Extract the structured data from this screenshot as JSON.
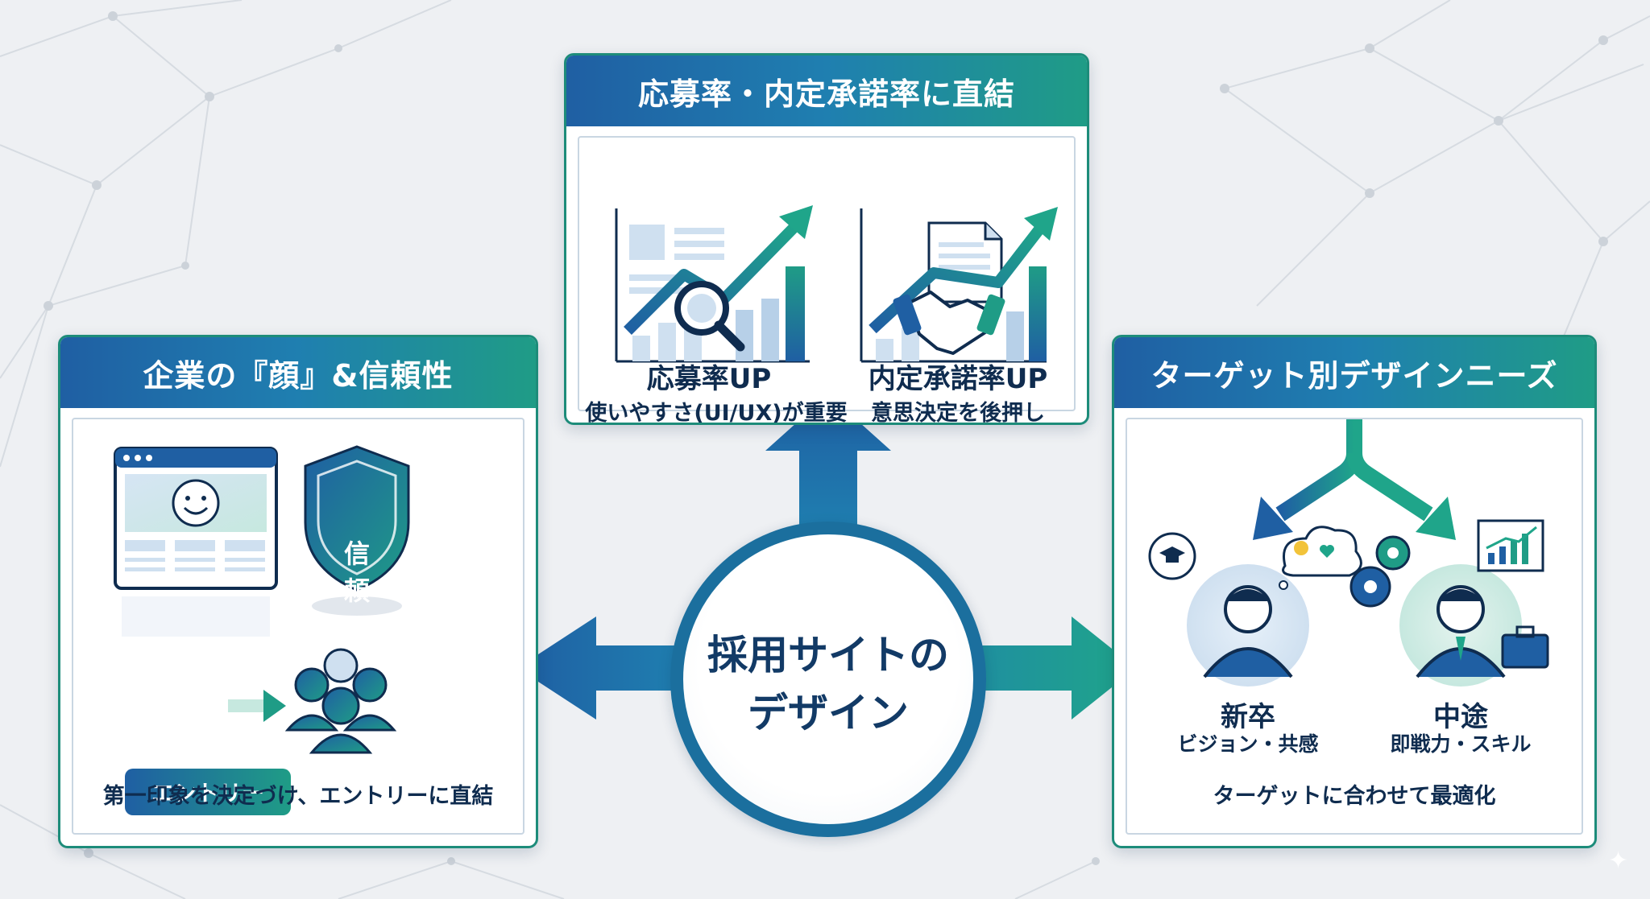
{
  "hub": {
    "title": "採用サイトの\nデザイン"
  },
  "panel_top": {
    "title": "応募率・内定承諾率に直結",
    "left_title": "応募率UP",
    "left_sub": "使いやすさ(UI/UX)が重要",
    "right_title": "内定承諾率UP",
    "right_sub": "意思決定を後押し"
  },
  "panel_left": {
    "title": "企業の『顔』&信頼性",
    "shield_label": "信頼",
    "entry_label": "エントリー",
    "caption": "第一印象を決定づけ、エントリーに直結"
  },
  "panel_right": {
    "title": "ターゲット別デザインニーズ",
    "new_grad_title": "新卒",
    "new_grad_sub": "ビジョン・共感",
    "mid_career_title": "中途",
    "mid_career_sub": "即戦力・スキル",
    "caption": "ターゲットに合わせて最適化"
  },
  "colors": {
    "navy": "#1f5fa3",
    "teal": "#1f9c86",
    "ink": "#0f2c4f",
    "pale": "#cfe0f0"
  }
}
